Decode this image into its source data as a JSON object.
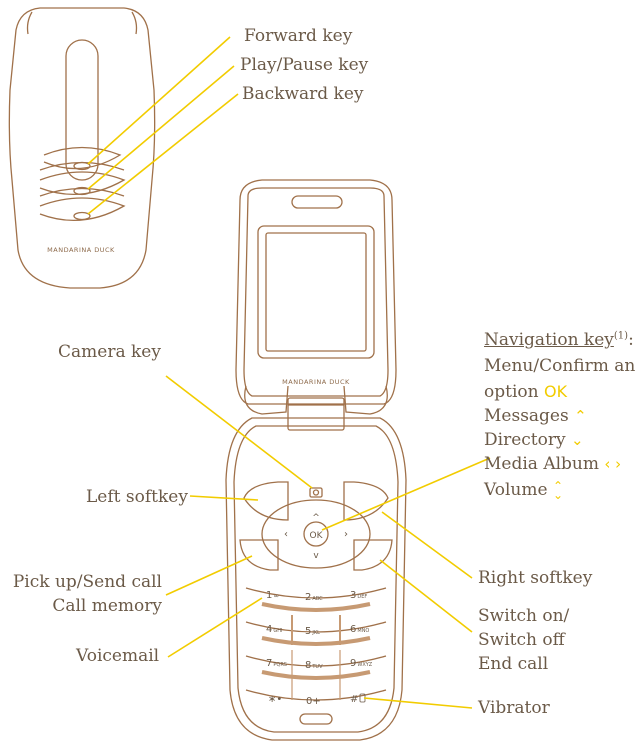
{
  "colors": {
    "outline": "#a0714a",
    "callout": "#f2cc00",
    "text": "#6b5a48"
  },
  "labels": {
    "forward": "Forward key",
    "play_pause": "Play/Pause key",
    "backward": "Backward key",
    "nav_title": "Navigation key",
    "nav_note": "(1)",
    "nav_colon": ":",
    "menu_confirm": "Menu/Confirm  an",
    "option": "option",
    "ok_glyph": "OK",
    "messages": "Messages",
    "directory": "Directory",
    "media_album": "Media Album",
    "volume": "Volume",
    "camera": "Camera key",
    "left_softkey": "Left softkey",
    "pickup": "Pick up/Send call",
    "call_memory": "Call memory",
    "voicemail": "Voicemail",
    "right_softkey": "Right softkey",
    "switch_on": "Switch on/",
    "switch_off": "Switch off",
    "end_call": "End call",
    "vibrator": "Vibrator"
  },
  "brand": {
    "top": "MANDARINA DUCK",
    "inner": "MANDARINA DUCK"
  },
  "keypad": {
    "ok": "OK",
    "k1": "1",
    "k1s": "∞",
    "k2": "2",
    "k2s": "ABC",
    "k3": "3",
    "k3s": "DEF",
    "k4": "4",
    "k4s": "GHI",
    "k5": "5",
    "k5s": "JKL",
    "k6": "6",
    "k6s": "MNO",
    "k7": "7",
    "k7s": "PQRS",
    "k8": "8",
    "k8s": "TUV",
    "k9": "9",
    "k9s": "WXYZ",
    "kstar": "∗•",
    "k0": "0+",
    "khash": "#"
  }
}
